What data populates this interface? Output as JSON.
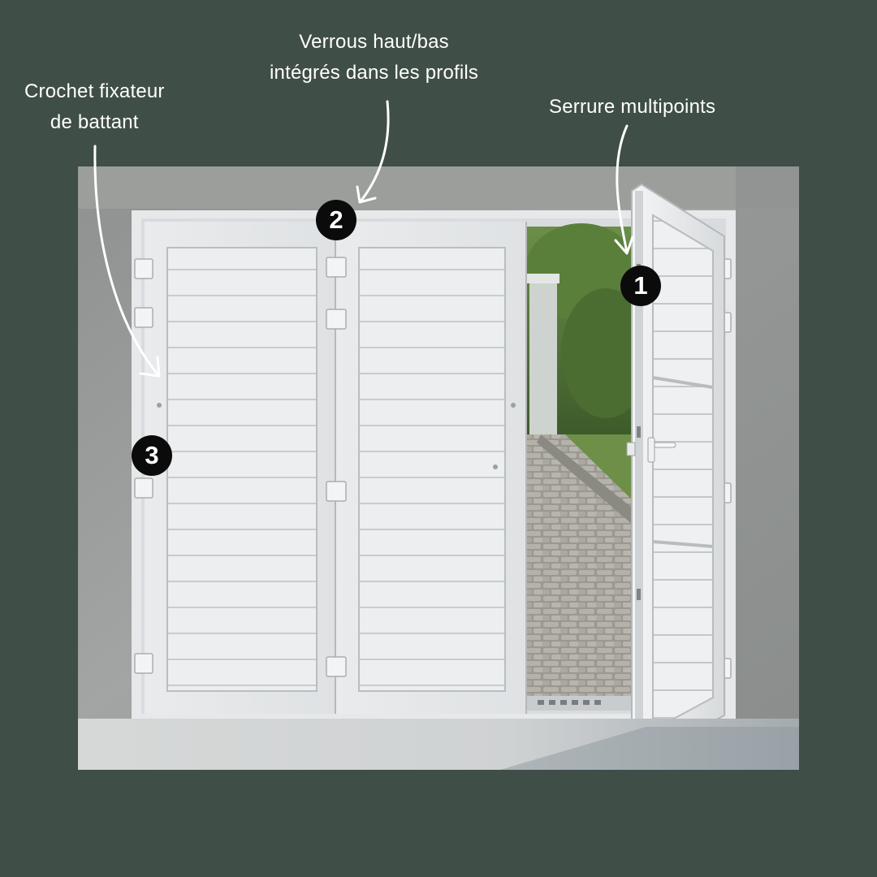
{
  "callouts": {
    "lock": {
      "number": "1",
      "lines": [
        "Serrure multipoints"
      ]
    },
    "bolts": {
      "number": "2",
      "lines": [
        "Verrous haut/bas",
        "intégrés dans les profils"
      ]
    },
    "hook": {
      "number": "3",
      "lines": [
        "Crochet fixateur",
        "de battant"
      ]
    }
  },
  "colors": {
    "background": "#3f4e47",
    "badge": "#0b0b0b",
    "text": "#ffffff"
  }
}
